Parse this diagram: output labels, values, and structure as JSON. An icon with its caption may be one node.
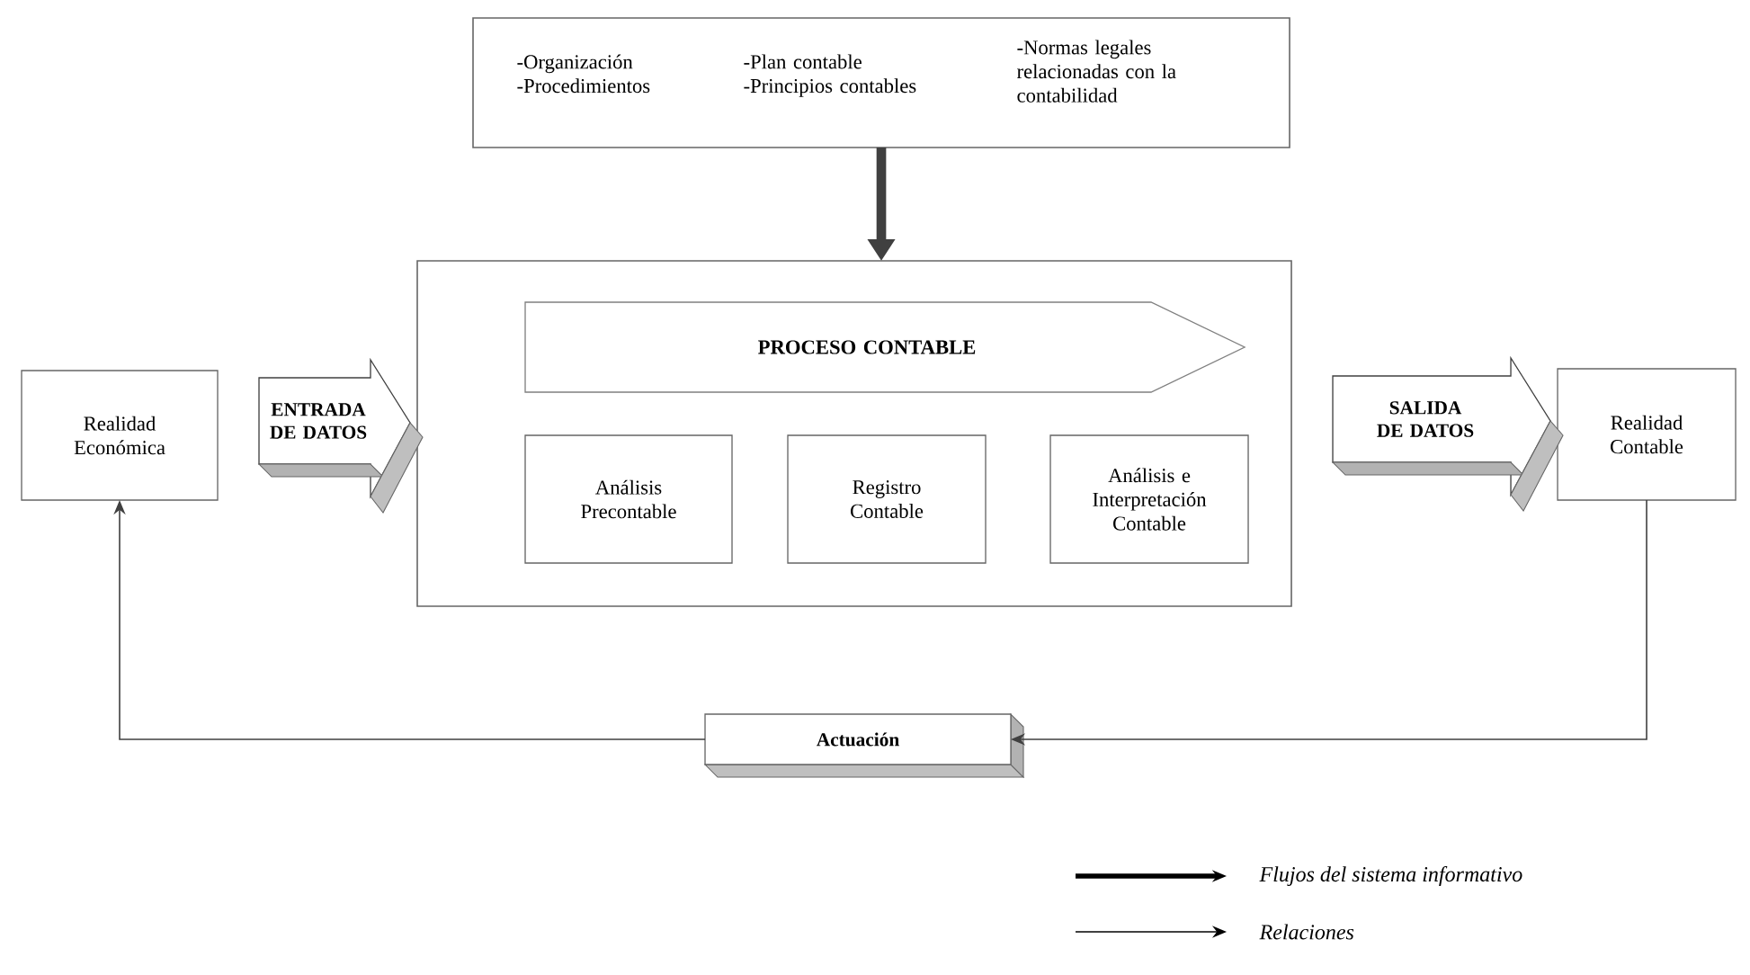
{
  "diagram": {
    "nodes": [
      {
        "text": [
          "-Organización -Procedimientos",
          "-Plan contable -Principios contables",
          "-Normas legales relacionadas con la contabilidad"
        ]
      },
      {
        "text": [
          "Realidad Económica"
        ]
      },
      {
        "text": [],
        "shape": "box"
      },
      {
        "text": [
          "PROCESO CONTABLE"
        ],
        "in": 2
      },
      {
        "text": [
          "Análisis Precontable"
        ],
        "in": 2
      },
      {
        "text": [
          "Registro Contable"
        ],
        "in": 2
      },
      {
        "text": [
          "Análisis e Interpretación Contable"
        ],
        "in": 2
      },
      {
        "text": [
          "Realidad Contable"
        ]
      },
      {
        "text": [
          "Actuación"
        ]
      }
    ],
    "edges": [
      {
        "from": 0,
        "to": 2,
        "arrow": "to",
        "style": "thick"
      },
      {
        "from": 1,
        "to": 2,
        "arrow": "to",
        "label": "ENTRADA DE DATOS"
      },
      {
        "from": 2,
        "to": 7,
        "arrow": "to",
        "label": "SALIDA DE DATOS"
      },
      {
        "from": 7,
        "to": 8,
        "arrow": "to"
      },
      {
        "from": 8,
        "to": 1,
        "arrow": "to"
      }
    ],
    "legend": [
      {
        "text": "Flujos del sistema informativo"
      },
      {
        "text": "Relaciones"
      }
    ]
  }
}
